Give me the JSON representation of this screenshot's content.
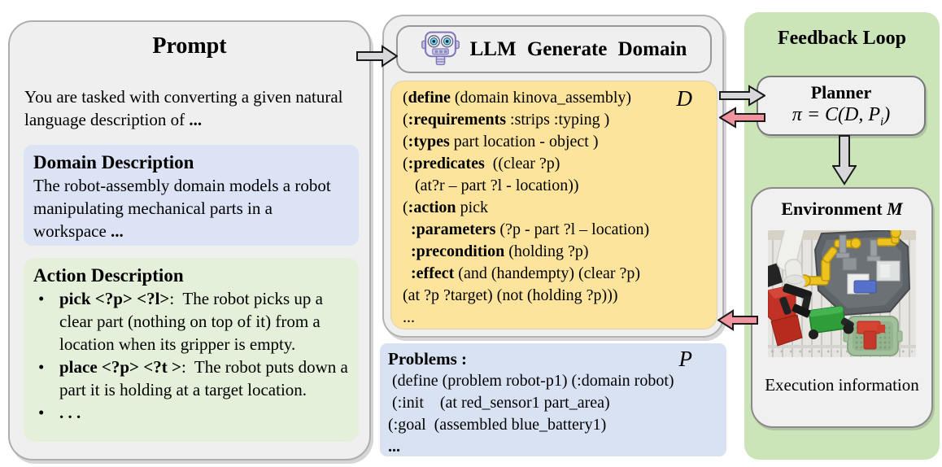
{
  "colors": {
    "panel_gray": "#f0eff0",
    "domain_blue": "#dbe3f4",
    "action_green": "#e4f0da",
    "code_yellow": "#fce49c",
    "problems_blue": "#d9e2f3",
    "feedback_green": "#cbe4b8",
    "arrow_gray": "#d8d7d9",
    "arrow_pink": "#ef939f"
  },
  "prompt_panel": {
    "title": "Prompt",
    "intro": [
      {
        "t": "You are tasked with converting a given natural language description of ",
        "b": false
      },
      {
        "t": "...",
        "b": true
      }
    ],
    "domain_box": {
      "title": "Domain Description",
      "body": [
        {
          "t": "The robot-assembly domain models a robot manipulating mechanical parts in a workspace ",
          "b": false
        },
        {
          "t": "...",
          "b": true
        }
      ]
    },
    "action_box": {
      "title": "Action Description",
      "bullets": [
        [
          {
            "t": "pick <?p> <?l>",
            "b": true
          },
          {
            "t": ":  The robot picks up a clear part (nothing on top of it) from a location when its gripper is empty.",
            "b": false
          }
        ],
        [
          {
            "t": "place <?p> <?t >",
            "b": true
          },
          {
            "t": ":  The robot puts down a part it is holding at a target location.",
            "b": false
          }
        ],
        [
          {
            "t": ". . .",
            "b": true
          }
        ]
      ]
    }
  },
  "llm_header": {
    "title": "LLM  Generate  Domain",
    "icon": "robot-icon"
  },
  "domain_code": {
    "math_label": "D",
    "lines": [
      [
        {
          "t": "(",
          "b": false
        },
        {
          "t": "define",
          "b": true
        },
        {
          "t": " (domain kinova_assembly)",
          "b": false
        }
      ],
      [
        {
          "t": "(",
          "b": false
        },
        {
          "t": ":requirements",
          "b": true
        },
        {
          "t": " :strips :typing )",
          "b": false
        }
      ],
      [
        {
          "t": "(",
          "b": false
        },
        {
          "t": ":types",
          "b": true
        },
        {
          "t": " part location - object )",
          "b": false
        }
      ],
      [
        {
          "t": "(",
          "b": false
        },
        {
          "t": ":predicates",
          "b": true
        },
        {
          "t": "  ((clear ?p)",
          "b": false
        }
      ],
      [
        {
          "t": "   (at?r – part ?l - location))",
          "b": false
        }
      ],
      [
        {
          "t": "(",
          "b": false
        },
        {
          "t": ":action",
          "b": true
        },
        {
          "t": " pick",
          "b": false
        }
      ],
      [
        {
          "t": "  ",
          "b": false
        },
        {
          "t": ":parameters",
          "b": true
        },
        {
          "t": " (?p - part ?l – location)",
          "b": false
        }
      ],
      [
        {
          "t": "  ",
          "b": false
        },
        {
          "t": ":precondition",
          "b": true
        },
        {
          "t": " (holding ?p)",
          "b": false
        }
      ],
      [
        {
          "t": "  ",
          "b": false
        },
        {
          "t": ":effect",
          "b": true
        },
        {
          "t": " (and (handempty) (clear ?p)",
          "b": false
        }
      ],
      [
        {
          "t": "(at ?p ?target) (not (holding ?p)))",
          "b": false
        }
      ],
      [
        {
          "t": "...",
          "b": false
        }
      ]
    ]
  },
  "problems": {
    "title": "Problems :",
    "math_label": "P",
    "lines": [
      [
        {
          "t": " (define (problem robot-p1) (:domain robot)",
          "b": false
        }
      ],
      [
        {
          "t": " (:init    (at red_sensor1 part_area)",
          "b": false
        }
      ],
      [
        {
          "t": "(:goal  (assembled blue_battery1)",
          "b": false
        }
      ],
      [
        {
          "t": "...",
          "b": true
        }
      ]
    ]
  },
  "feedback": {
    "title": "Feedback Loop",
    "planner": {
      "title": "Planner",
      "formula_pre": "π = C(D, P",
      "formula_sub": "i",
      "formula_post": ")"
    },
    "environment": {
      "title": "Environment",
      "math_label": "M",
      "photo": "robot-arm-workspace-photo",
      "caption": "Execution information"
    }
  }
}
